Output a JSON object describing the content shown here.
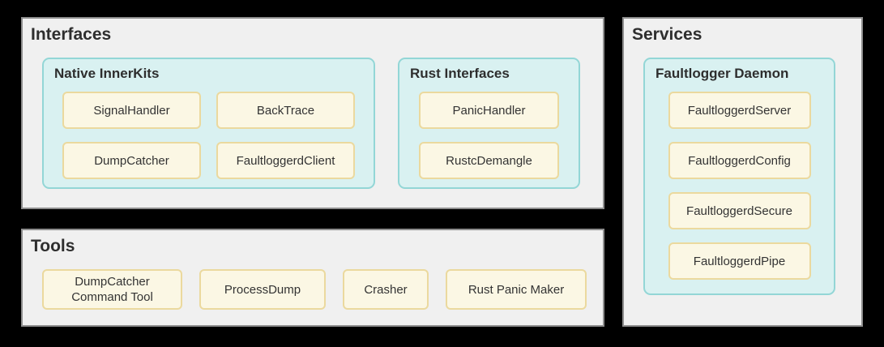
{
  "diagram": {
    "background_color": "#000000",
    "colors": {
      "panel_bg": "#f0f0f0",
      "panel_border": "#8e8e8e",
      "cluster_bg": "#d9f1f1",
      "cluster_border": "#93d6d6",
      "node_bg": "#fbf7e4",
      "node_border": "#ebd99e",
      "text": "#2e2e2e"
    },
    "panels": [
      {
        "id": "interfaces",
        "title": "Interfaces",
        "clusters": [
          {
            "title": "Native InnerKits",
            "nodes": [
              "SignalHandler",
              "BackTrace",
              "DumpCatcher",
              "FaultloggerdClient"
            ]
          },
          {
            "title": "Rust Interfaces",
            "nodes": [
              "PanicHandler",
              "RustcDemangle"
            ]
          }
        ]
      },
      {
        "id": "tools",
        "title": "Tools",
        "nodes": [
          "DumpCatcher Command Tool",
          "ProcessDump",
          "Crasher",
          "Rust Panic Maker"
        ]
      },
      {
        "id": "services",
        "title": "Services",
        "clusters": [
          {
            "title": "Faultlogger Daemon",
            "nodes": [
              "FaultloggerdServer",
              "FaultloggerdConfig",
              "FaultloggerdSecure",
              "FaultloggerdPipe"
            ]
          }
        ]
      }
    ]
  }
}
